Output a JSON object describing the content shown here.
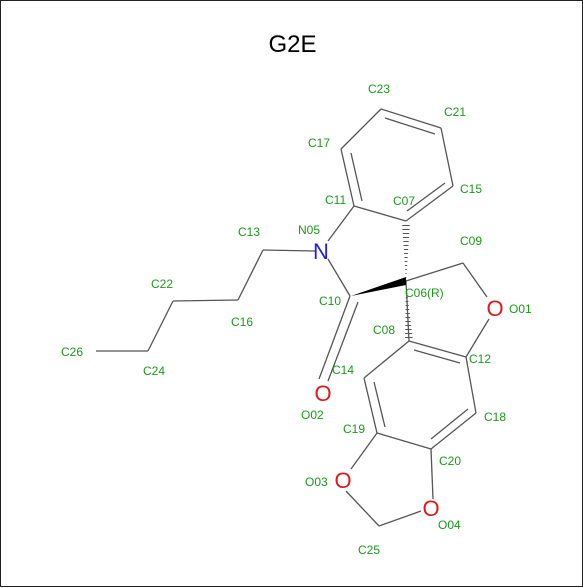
{
  "title": "G2E",
  "colors": {
    "bond": "#555555",
    "label_green": "#1a9a1a",
    "nitrogen": "#1f1fe0",
    "oxygen": "#e01a1a"
  },
  "atom_labels": {
    "C23": "C23",
    "C21": "C21",
    "C17": "C17",
    "C15": "C15",
    "C11": "C11",
    "C07": "C07",
    "N05": "N05",
    "C13": "C13",
    "C09": "C09",
    "C22": "C22",
    "C10": "C10",
    "C06": "C06(R)",
    "O01": "O01",
    "C16": "C16",
    "C08": "C08",
    "C26": "C26",
    "C12": "C12",
    "C24": "C24",
    "C14": "C14",
    "O02": "O02",
    "C19": "C19",
    "C18": "C18",
    "C20": "C20",
    "O03": "O03",
    "O04": "O04",
    "C25": "C25"
  },
  "elements": {
    "N": "N",
    "O": "O"
  }
}
